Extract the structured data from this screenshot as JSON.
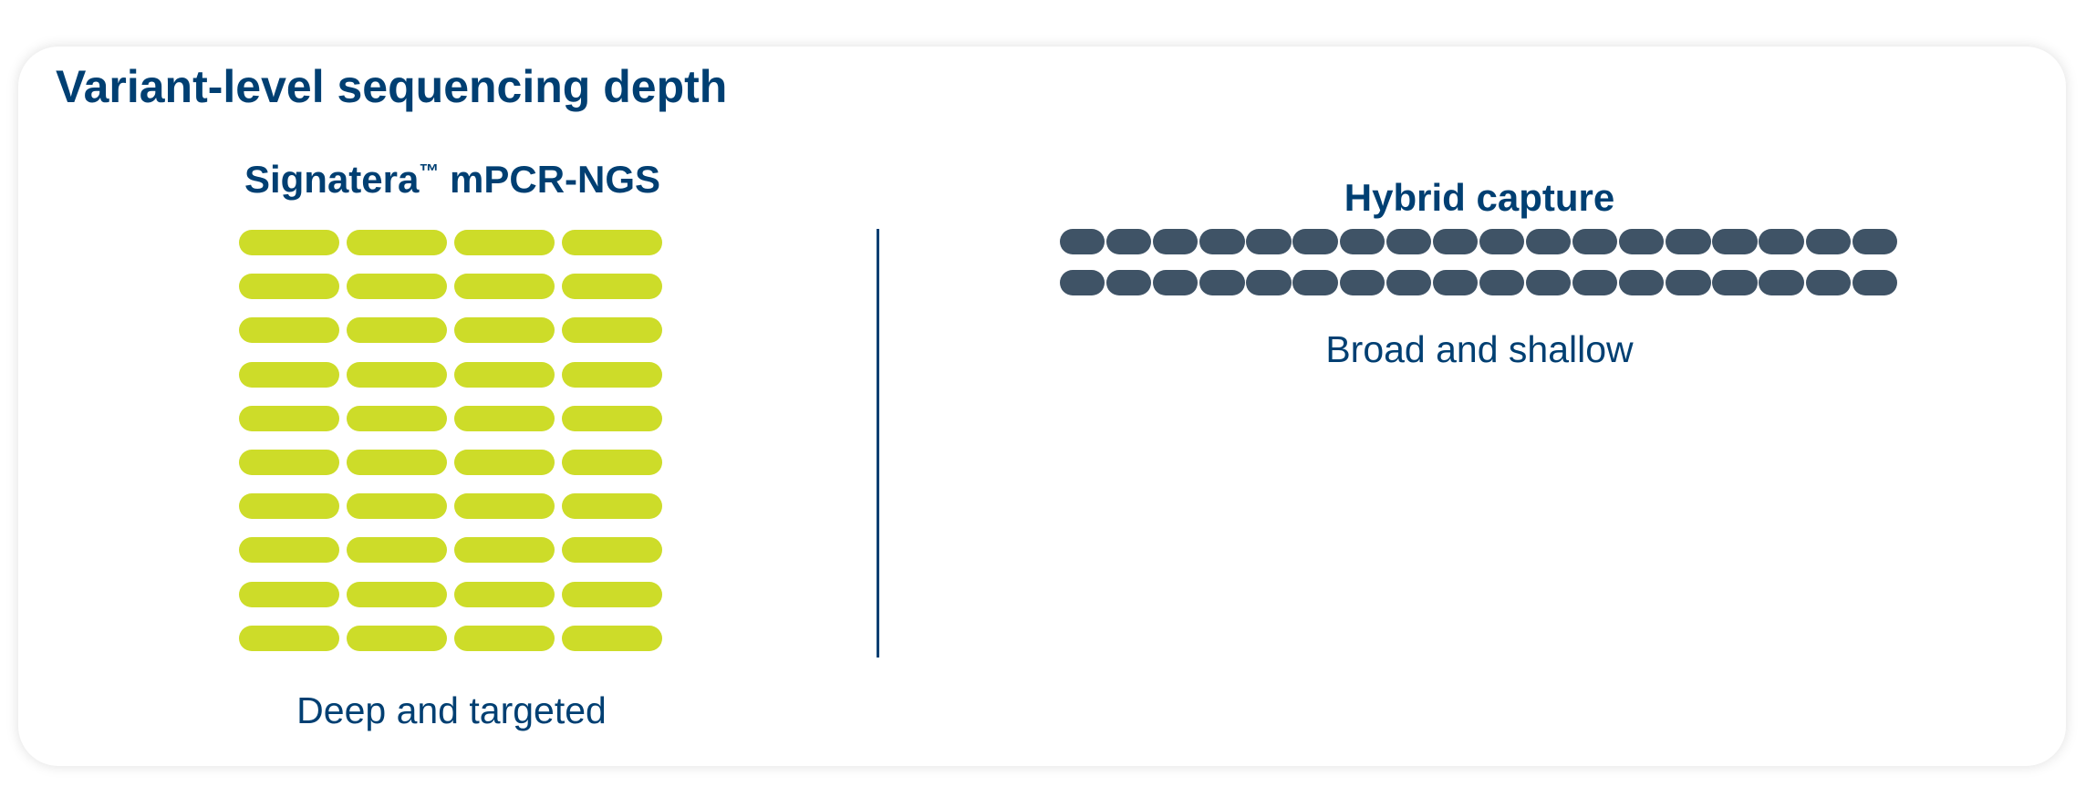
{
  "title": "Variant-level sequencing depth",
  "left_panel": {
    "title": "Signatera",
    "trademark": "™",
    "title_rest": " mPCR-NGS",
    "caption": "Deep and targeted",
    "read_color": "#cddc29",
    "rows": 10,
    "columns": 4
  },
  "right_panel": {
    "title": "Hybrid capture",
    "caption": "Broad and shallow",
    "read_color": "#3f5366",
    "rows": 2,
    "columns": 18
  },
  "colors": {
    "heading": "#003f72",
    "divider": "#003f72"
  }
}
